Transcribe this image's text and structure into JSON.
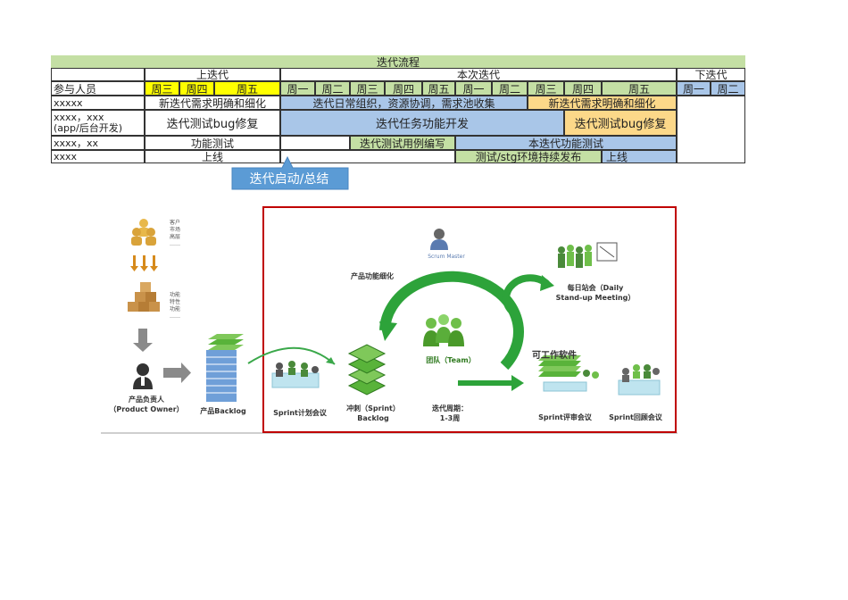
{
  "table": {
    "title": "迭代流程",
    "sections": {
      "prev": "上迭代",
      "current": "本次迭代",
      "next": "下迭代"
    },
    "row_header": "参与人员",
    "days": [
      "周三",
      "周四",
      "周五",
      "周一",
      "周二",
      "周三",
      "周四",
      "周五",
      "周一",
      "周二",
      "周三",
      "周四",
      "周五",
      "周一",
      "周二"
    ],
    "rows": [
      {
        "who": "xxxxx",
        "cells": [
          "新迭代需求明确和细化",
          "迭代日常组织，资源协调，需求池收集",
          "新迭代需求明确和细化"
        ]
      },
      {
        "who_line1": "xxxx，xxx",
        "who_line2": "(app/后台开发)",
        "cells": [
          "迭代测试bug修复",
          "迭代任务功能开发",
          "迭代测试bug修复"
        ]
      },
      {
        "who": "xxxx，xx",
        "cells": [
          "功能测试",
          "迭代测试用例编写",
          "本迭代功能测试"
        ]
      },
      {
        "who": "xxxx",
        "cells": [
          "上线",
          "测试/stg环境持续发布",
          "上线"
        ]
      }
    ],
    "callout": "迭代启动/总结"
  },
  "diagram": {
    "po_stack_top": [
      "客户",
      "市场",
      "高层",
      "……"
    ],
    "po_stack_mid": [
      "功能",
      "特性",
      "功能",
      "……"
    ],
    "product_owner": "产品负责人",
    "product_owner_en": "（Product Owner）",
    "product_backlog": "产品Backlog",
    "sprint_planning": "Sprint计划会议",
    "sprint_backlog_cn": "冲刺（Sprint）",
    "sprint_backlog_en": "Backlog",
    "sprint_cycle": "迭代周期：",
    "sprint_cycle_value": "1-3周",
    "feature_refine": "产品功能细化",
    "scrum_master": "Scrum Master",
    "team": "团队（Team）",
    "daily_standup_cn": "每日站会（Daily",
    "daily_standup_en": "Stand-up Meeting）",
    "working_software": "可工作软件",
    "sprint_review": "Sprint评审会议",
    "sprint_retro": "Sprint回顾会议"
  },
  "colors": {
    "green": "#c4dfa4",
    "yellow": "#ffff00",
    "blue": "#a9c6e8",
    "orange": "#fcd889",
    "callout": "#5b9bd5",
    "sprint_red": "#c00000",
    "cycle_green": "#2da33a"
  }
}
